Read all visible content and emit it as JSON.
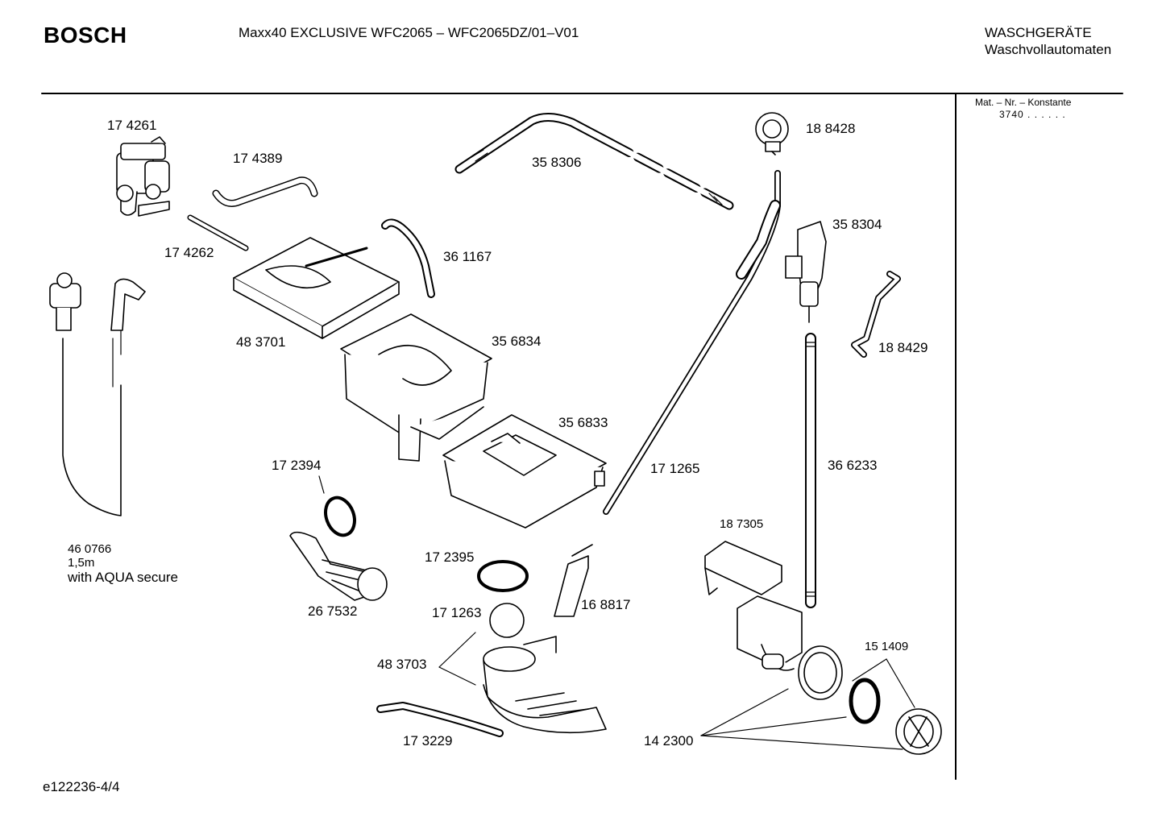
{
  "header": {
    "brand": "BOSCH",
    "model_title": "Maxx40 EXCLUSIVE WFC2065 – WFC2065DZ/01–V01",
    "category": "WASCHGERÄTE",
    "subcategory": "Waschvollautomaten"
  },
  "sidebar": {
    "mat_label": "Mat. – Nr. – Konstante",
    "mat_value": "3740 . . . . . ."
  },
  "footer": {
    "doc_id": "e122236-4/4"
  },
  "parts": {
    "p174261": "17 4261",
    "p174389": "17 4389",
    "p358306": "35 8306",
    "p188428": "18 8428",
    "p174262": "17 4262",
    "p361167": "36 1167",
    "p358304": "35 8304",
    "p483701": "48 3701",
    "p356834": "35 6834",
    "p188429": "18 8429",
    "p356833": "35 6833",
    "p172394": "17 2394",
    "p171265": "17 1265",
    "p366233": "36 6233",
    "p187305": "18 7305",
    "p460766_num": "46 0766",
    "p460766_len": "1,5m",
    "p460766_desc": "with AQUA secure",
    "p172395": "17 2395",
    "p267532": "26 7532",
    "p168817": "16 8817",
    "p171263": "17 1263",
    "p483703": "48 3703",
    "p151409": "15 1409",
    "p173229": "17 3229",
    "p142300": "14 2300"
  }
}
